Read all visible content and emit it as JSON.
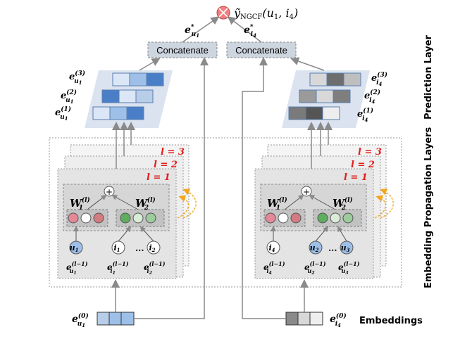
{
  "output": {
    "label": "ỹ",
    "label_sub": "NGCF",
    "label_args": "(u",
    "label_args2": ", i",
    "label_args3": ")",
    "arg1": "1",
    "arg2": "4"
  },
  "concat": {
    "left": "Concatenate",
    "right": "Concatenate"
  },
  "concat_inputs": {
    "left": {
      "base": "e",
      "sub": "u",
      "subsub": "1",
      "sup": "*"
    },
    "right": {
      "base": "e",
      "sub": "i",
      "subsub": "4",
      "sup": "*"
    }
  },
  "layer_labels": {
    "prediction": "Prediction Layer",
    "propagation": "Embedding Propagation Layers",
    "embeddings": "Embeddings"
  },
  "layer_tags": [
    "l = 3",
    "l = 2",
    "l = 1"
  ],
  "weights": {
    "w": "W",
    "sub1": "1",
    "sub2": "2",
    "sup": "(l)"
  },
  "plus": "+",
  "ellipsis": "...",
  "left_block": {
    "stack_labels": [
      {
        "base": "e",
        "sub": "u",
        "subsub": "1",
        "sup": "(3)"
      },
      {
        "base": "e",
        "sub": "u",
        "subsub": "1",
        "sup": "(2)"
      },
      {
        "base": "e",
        "sub": "u",
        "subsub": "1",
        "sup": "(1)"
      }
    ],
    "nodes": [
      {
        "label": "u",
        "sub": "1"
      },
      {
        "label": "i",
        "sub": "1"
      },
      {
        "label": "i",
        "sub": "2"
      }
    ],
    "node_embeds": [
      {
        "base": "e",
        "sub": "u",
        "subsub": "1",
        "sup": "(l−1)"
      },
      {
        "base": "e",
        "sub": "i",
        "subsub": "1",
        "sup": "(l−1)"
      },
      {
        "base": "e",
        "sub": "i",
        "subsub": "2",
        "sup": "(l−1)"
      }
    ],
    "embed0": {
      "base": "e",
      "sub": "u",
      "subsub": "1",
      "sup": "(0)"
    }
  },
  "right_block": {
    "stack_labels": [
      {
        "base": "e",
        "sub": "i",
        "subsub": "4",
        "sup": "(3)"
      },
      {
        "base": "e",
        "sub": "i",
        "subsub": "4",
        "sup": "(2)"
      },
      {
        "base": "e",
        "sub": "i",
        "subsub": "4",
        "sup": "(1)"
      }
    ],
    "nodes": [
      {
        "label": "i",
        "sub": "4"
      },
      {
        "label": "u",
        "sub": "2"
      },
      {
        "label": "u",
        "sub": "3"
      }
    ],
    "node_embeds": [
      {
        "base": "e",
        "sub": "i",
        "subsub": "4",
        "sup": "(l−1)"
      },
      {
        "base": "e",
        "sub": "u",
        "subsub": "2",
        "sup": "(l−1)"
      },
      {
        "base": "e",
        "sub": "u",
        "subsub": "3",
        "sup": "(l−1)"
      }
    ],
    "embed0": {
      "base": "e",
      "sub": "i",
      "subsub": "4",
      "sup": "(0)"
    }
  },
  "colors": {
    "accent_red": "#e01e1e",
    "blue_light": "#dbe6f6",
    "blue_mid": "#9ec0e8",
    "blue_dark": "#4a7fc8",
    "gray_light": "#eeeeee",
    "gray_mid": "#b0b0b0",
    "gray_dark": "#6e6e6e",
    "arrow": "#8a8a8a",
    "feedback": "#f2a81e",
    "node_red": "#e48898",
    "node_green": "#6fbf6f"
  }
}
